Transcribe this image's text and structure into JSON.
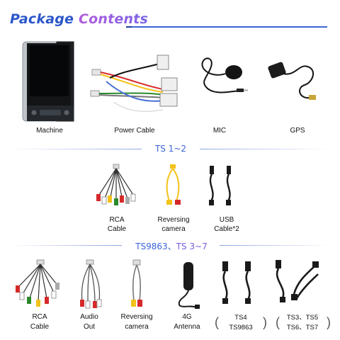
{
  "header": {
    "title_word1": "Package",
    "title_word2": "Contents"
  },
  "row1": {
    "items": [
      {
        "label": "Machine"
      },
      {
        "label": "Power Cable"
      },
      {
        "label": "MIC"
      },
      {
        "label": "GPS"
      }
    ]
  },
  "section1": {
    "title": "TS 1~2"
  },
  "row2": {
    "items": [
      {
        "line1": "RCA",
        "line2": "Cable"
      },
      {
        "line1": "Reversing",
        "line2": "camera"
      },
      {
        "line1": "USB",
        "line2": "Cable*2"
      }
    ]
  },
  "section2": {
    "title_a": "TS9863",
    "separator": "、",
    "title_b": "TS 3~7"
  },
  "row3": {
    "items": [
      {
        "line1": "RCA",
        "line2": "Cable"
      },
      {
        "line1": "Audio",
        "line2": "Out"
      },
      {
        "line1": "Reversing",
        "line2": "camera"
      },
      {
        "line1": "4G",
        "line2": "Antenna"
      }
    ],
    "bracket1": {
      "open": "(",
      "line1": "TS4",
      "line2": "TS9863",
      "close": ")"
    },
    "bracket2": {
      "open": "(",
      "line1": "TS3、TS5",
      "line2": "TS6、TS7",
      "close": ")"
    }
  },
  "colors": {
    "accent_blue": "#3a64d9",
    "accent_purple": "#7b5de0"
  },
  "icons": [
    "car-stereo-unit",
    "power-harness",
    "microphone",
    "gps-antenna",
    "rca-harness",
    "camera-cable",
    "usb-cable",
    "audio-out-harness",
    "lte-antenna"
  ]
}
